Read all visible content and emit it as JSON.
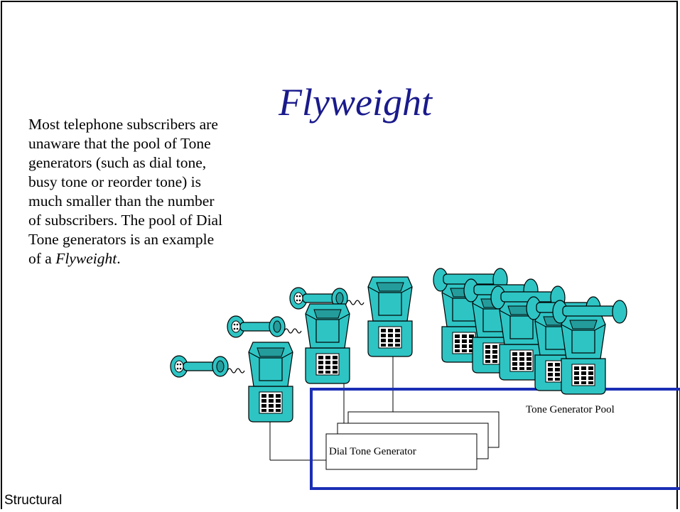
{
  "slide": {
    "title": "Flyweight",
    "body_parts": [
      "Most telephone subscribers are unaware that the pool of Tone generators (such as dial tone, busy tone or reorder tone) is much smaller than the number of subscribers.  The pool of Dial Tone generators is an example of a ",
      "Flyweight",
      "."
    ],
    "footer": "Structural"
  },
  "diagram": {
    "pool_label": "Tone Generator Pool",
    "generator_label": "Dial Tone Generator",
    "phone_count_off_hook": 3,
    "phone_count_on_hook": 5
  },
  "colors": {
    "title": "#1a1a8c",
    "phone": "#2ec4c4",
    "pool_border": "#1a2fb5"
  }
}
